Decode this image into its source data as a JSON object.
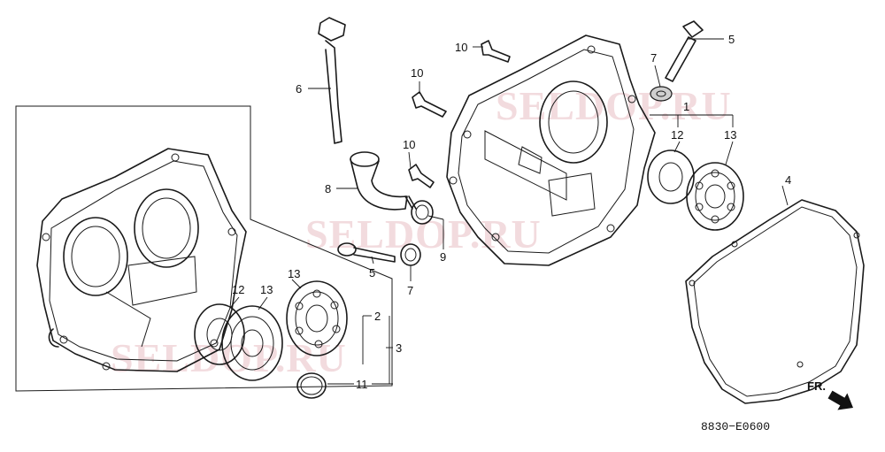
{
  "diagram": {
    "part_labels": {
      "l1": "1",
      "l2": "2",
      "l3": "3",
      "l4": "4",
      "l5a": "5",
      "l5b": "5",
      "l6": "6",
      "l7a": "7",
      "l7b": "7",
      "l8": "8",
      "l9": "9",
      "l10a": "10",
      "l10b": "10",
      "l10c": "10",
      "l11": "11",
      "l12a": "12",
      "l12b": "12",
      "l13a": "13",
      "l13b": "13",
      "l13c": "13"
    },
    "direction_label": "FR.",
    "drawing_code": "8830−E0600",
    "watermarks": [
      "SELDOP.RU",
      "SELDOP.RU",
      "SELDOP.RU"
    ]
  }
}
